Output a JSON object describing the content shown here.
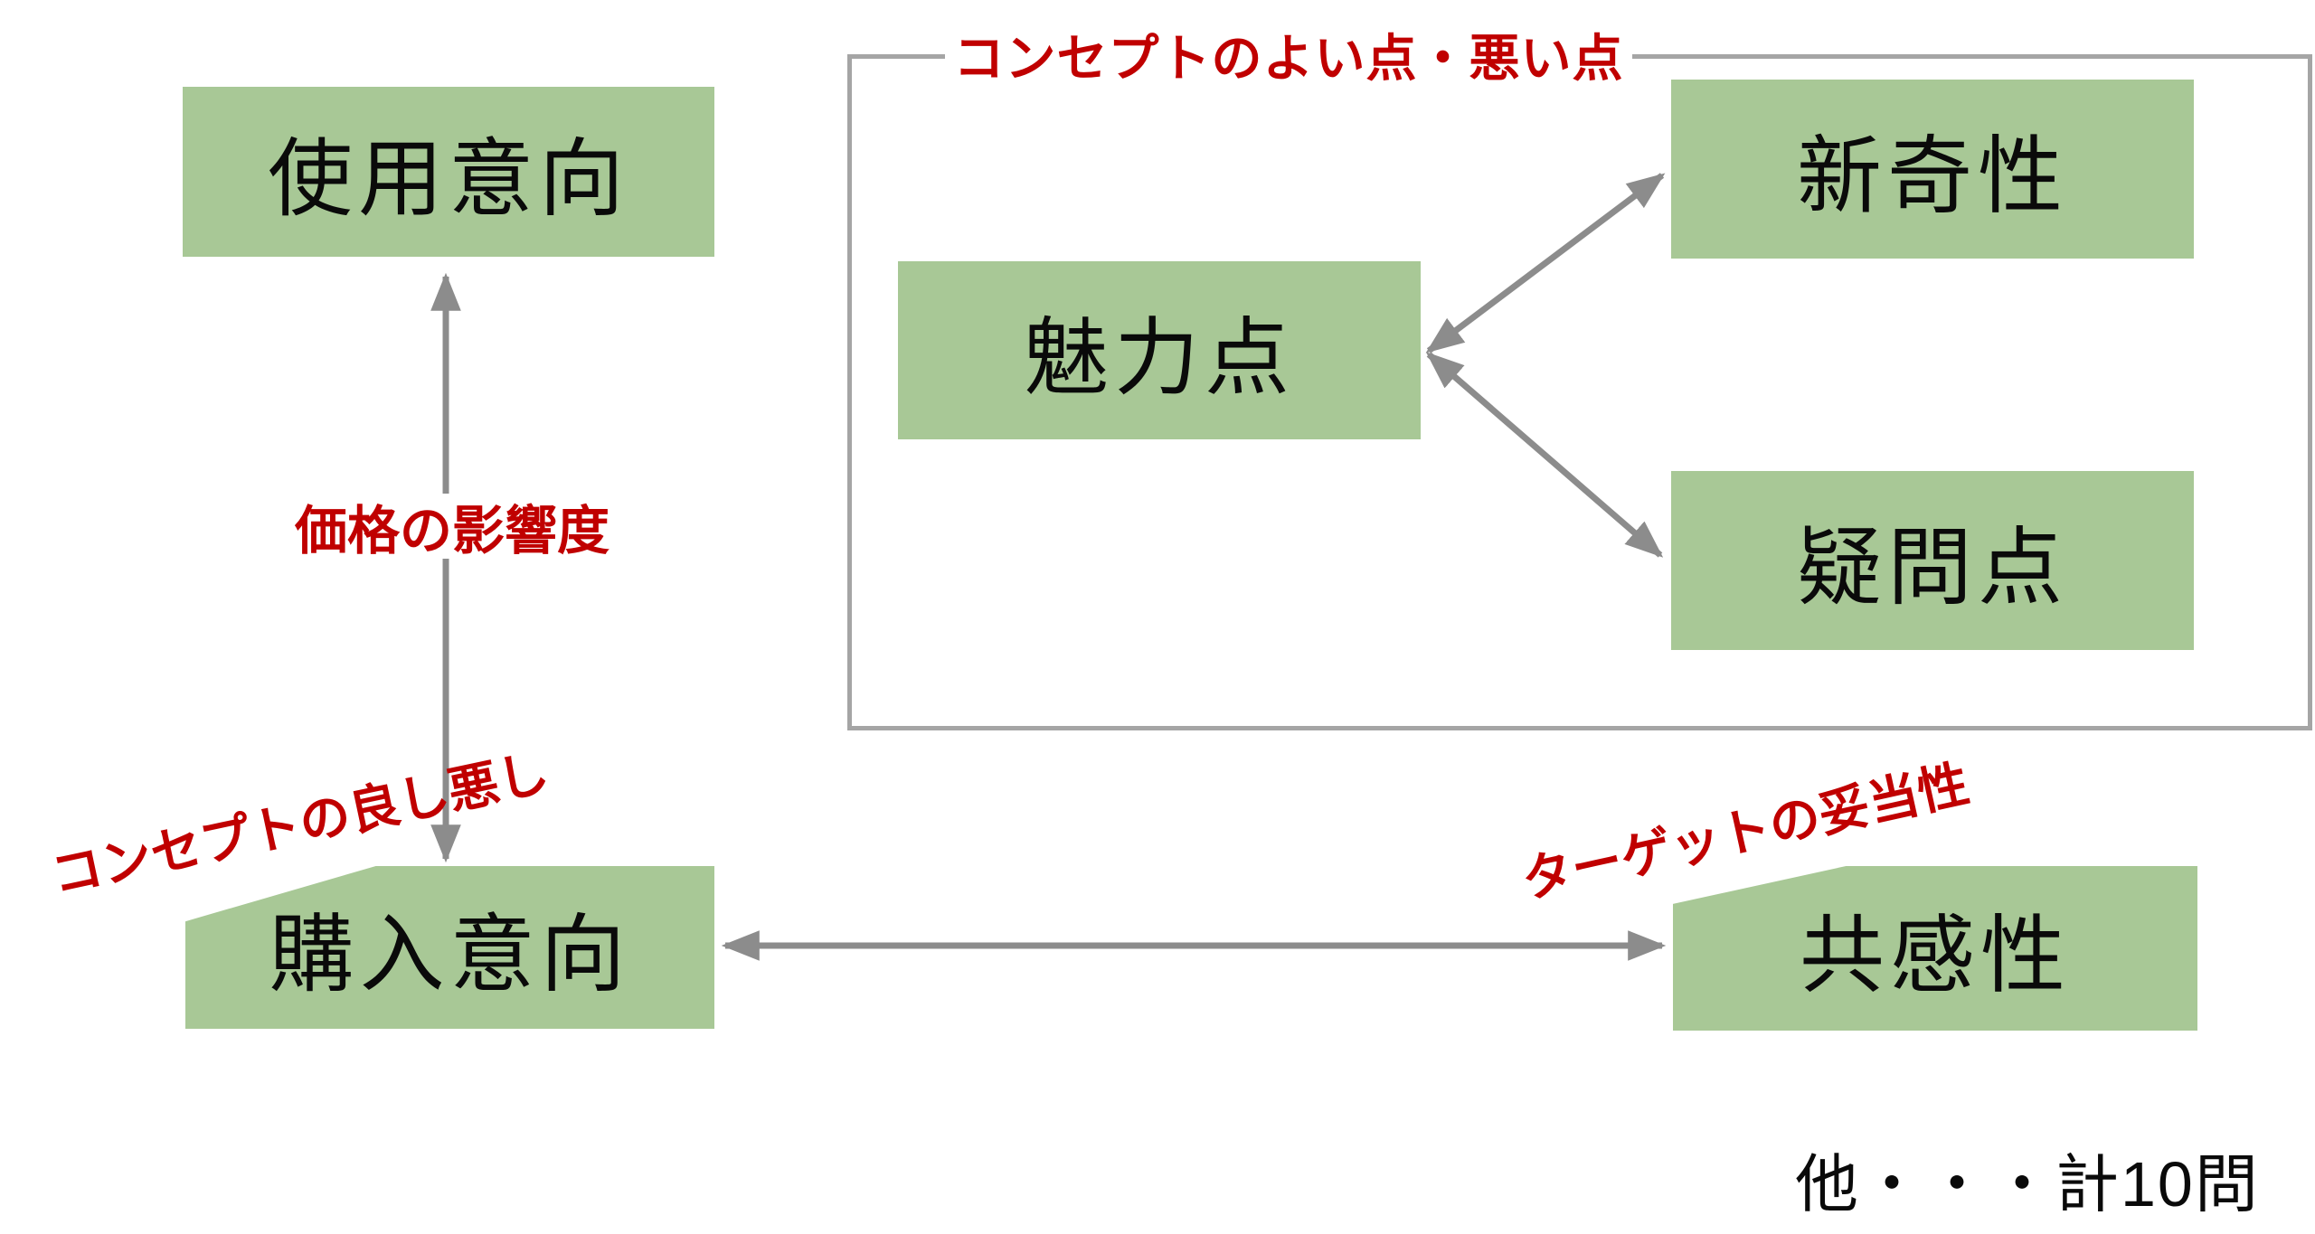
{
  "boxes": {
    "usage_intent": "使用意向",
    "purchase_intent": "購入意向",
    "attraction_points": "魅力点",
    "novelty": "新奇性",
    "question_points": "疑問点",
    "empathy": "共感性"
  },
  "labels": {
    "price_influence": "価格の影響度",
    "concept_good_bad": "コンセプトの良し悪し",
    "concept_pros_cons": "コンセプトのよい点・悪い点",
    "target_validity": "ターゲットの妥当性"
  },
  "note": "他・・・計10問",
  "colors": {
    "box_fill": "#a8c896",
    "accent_red": "#c00000",
    "arrow_gray": "#8c8c8c",
    "border_gray": "#a5a5a5",
    "text_black": "#0a0a0a",
    "background": "#ffffff"
  }
}
